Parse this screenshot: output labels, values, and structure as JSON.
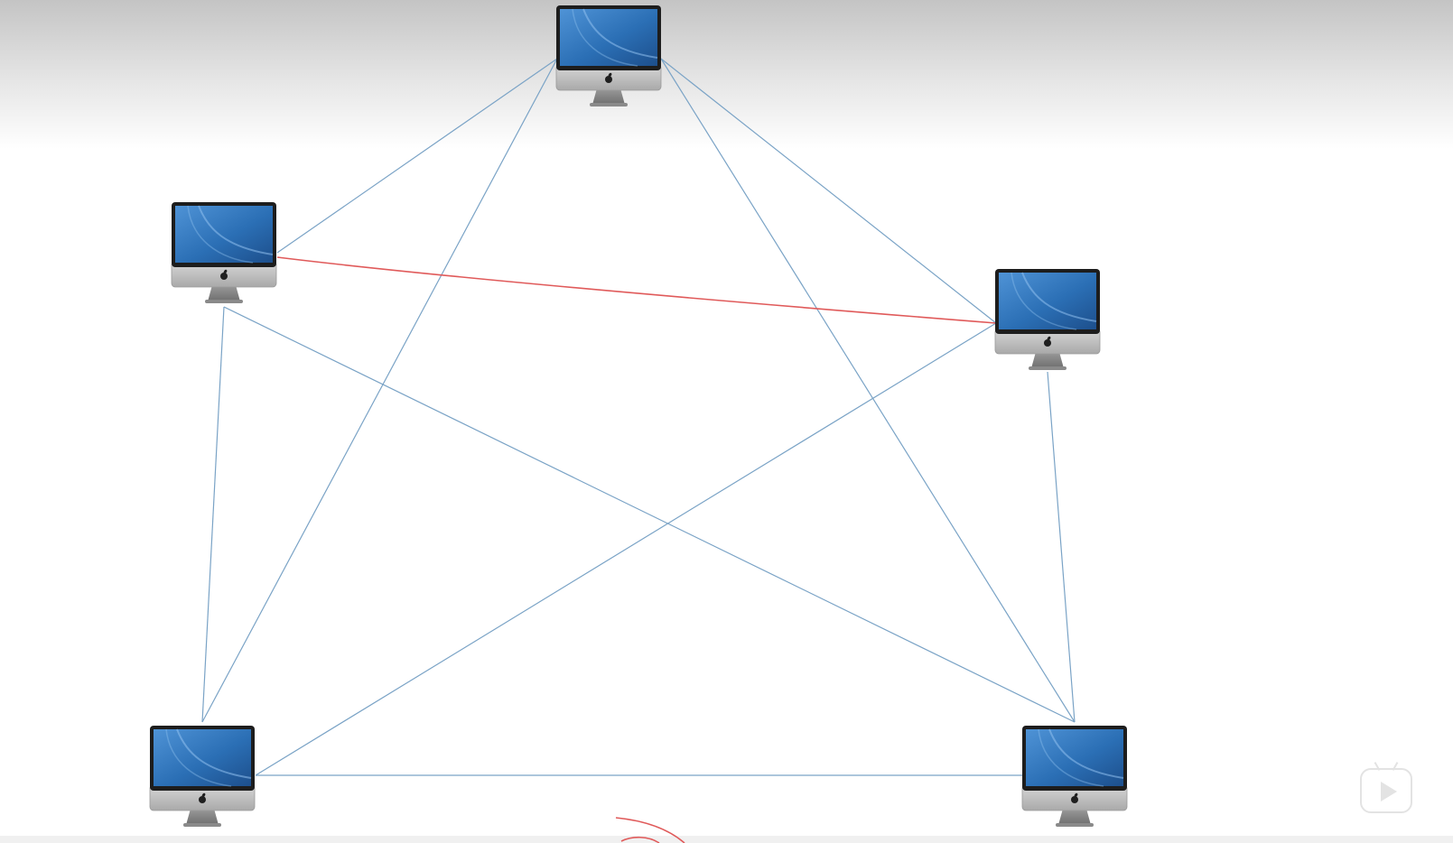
{
  "diagram": {
    "nodes": [
      {
        "id": "top",
        "icon": "imac-monitor-icon"
      },
      {
        "id": "upper-left",
        "icon": "imac-monitor-icon"
      },
      {
        "id": "right",
        "icon": "imac-monitor-icon"
      },
      {
        "id": "bottom-left",
        "icon": "imac-monitor-icon"
      },
      {
        "id": "bottom-right",
        "icon": "imac-monitor-icon"
      }
    ],
    "edges": [
      {
        "from": "top",
        "to": "upper-left",
        "color": "#7aa3c6"
      },
      {
        "from": "top",
        "to": "right",
        "color": "#7aa3c6"
      },
      {
        "from": "top",
        "to": "bottom-left",
        "color": "#7aa3c6"
      },
      {
        "from": "top",
        "to": "bottom-right",
        "color": "#7aa3c6"
      },
      {
        "from": "upper-left",
        "to": "bottom-left",
        "color": "#7aa3c6"
      },
      {
        "from": "upper-left",
        "to": "bottom-right",
        "color": "#7aa3c6"
      },
      {
        "from": "right",
        "to": "bottom-left",
        "color": "#7aa3c6"
      },
      {
        "from": "right",
        "to": "bottom-right",
        "color": "#7aa3c6"
      },
      {
        "from": "bottom-left",
        "to": "bottom-right",
        "color": "#7aa3c6"
      },
      {
        "from": "upper-left",
        "to": "right",
        "color": "#e05a5a",
        "highlighted": true
      }
    ],
    "colors": {
      "edge": "#7aa3c6",
      "highlight": "#e05a5a",
      "screen": "#2b6fb5",
      "bezel": "#1d1d1d",
      "chin": "#c2c2c2"
    }
  },
  "player": {
    "icon": "bilibili-play-icon"
  }
}
